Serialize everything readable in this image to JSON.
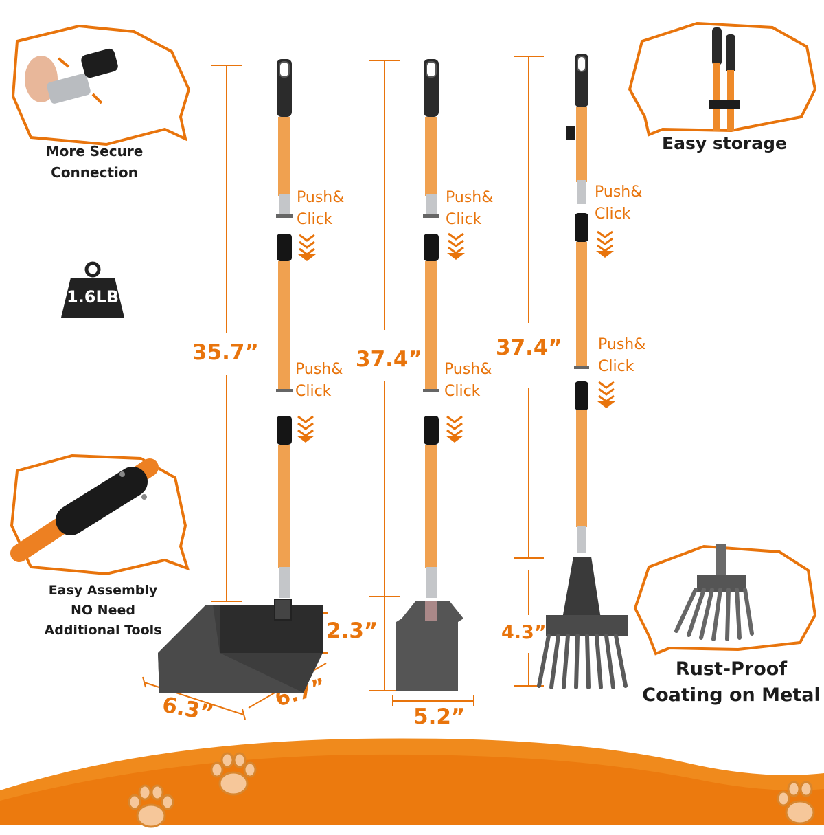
{
  "callouts": {
    "connection": [
      "More Secure",
      "Connection"
    ],
    "storage": "Easy storage",
    "assembly": [
      "Easy Assembly",
      "NO Need",
      "Additional Tools"
    ],
    "coating": [
      "Rust-Proof",
      "Coating on Metal"
    ]
  },
  "weight": "1.6LB",
  "push_click": [
    "Push&",
    "Click"
  ],
  "dimensions": {
    "scoop_length": "35.7”",
    "spade_length": "37.4”",
    "rake_length": "37.4”",
    "scoop_height": "2.3”",
    "scoop_width": "6.3”",
    "scoop_depth": "6.7”",
    "spade_width": "5.2”",
    "rake_head": "4.3”"
  },
  "colors": {
    "accent": "#e8740c",
    "pole": "#f0a150",
    "metal": "#4a4a4a",
    "text": "#1c1c1c"
  }
}
